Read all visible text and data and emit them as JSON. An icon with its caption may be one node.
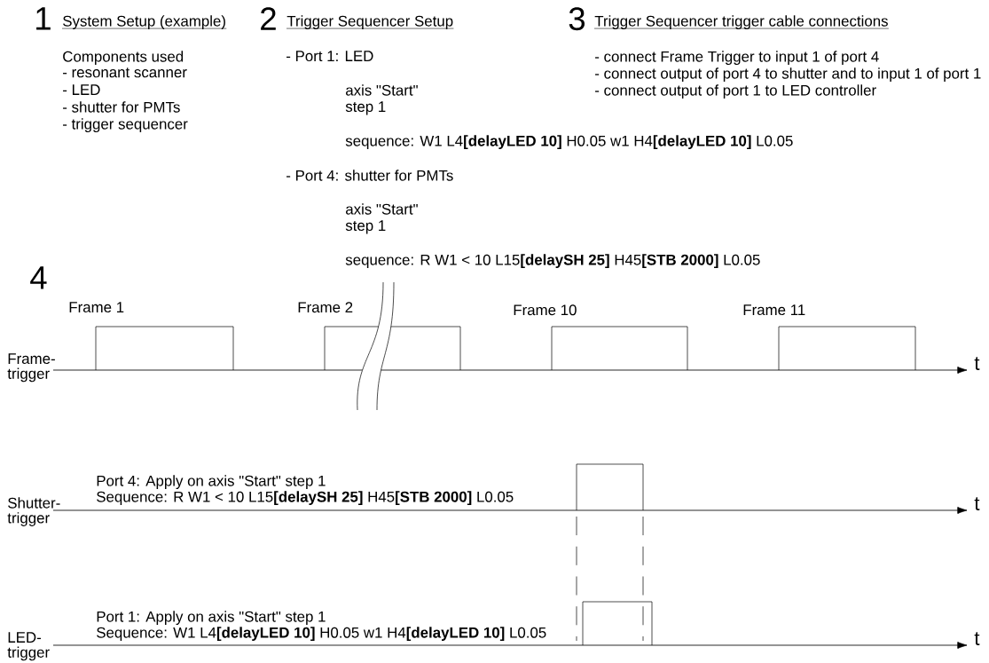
{
  "diagram": {
    "labels": [
      "1",
      "System Setup (example)",
      "2",
      "Trigger Sequencer Setup",
      "3",
      "Trigger Sequencer trigger cable connections",
      "Components used",
      "- resonant scanner",
      "- LED",
      "- shutter for PMTs",
      "- trigger sequencer",
      "- Port 1: LED",
      "axis \"Start\"",
      "step 1",
      "sequence: W1 L4**[delayLED 10]** H0.05 w1 H4**[delayLED 10]** L0.05",
      "- Port 4: shutter for PMTs",
      "axis \"Start\"",
      "step 1",
      "sequence: R W1 < 10 L15**[delaySH 25]** H45**[STB 2000]** L0.05",
      "- connect Frame Trigger to input 1 of port 4",
      "- connect output of port 4 to shutter and to input 1 of port 1",
      "- connect output of port 1 to LED controller",
      "4",
      "Frame 1",
      "Frame 2",
      "Frame 10",
      "Frame 11",
      "Frame- trigger",
      "t",
      "Port 4: Apply on axis \"Start\" step 1",
      "Sequence: R W1 < 10 L15**[delaySH 25]** H45**[STB 2000]** L0.05",
      "Shutter- trigger",
      "t",
      "Port 1: Apply on axis \"Start\" step 1",
      "Sequence: W1 L4**[delayLED 10]** H0.05 w1 H4**[delayLED 10]** L0.05",
      "LED- trigger",
      "t"
    ]
  }
}
